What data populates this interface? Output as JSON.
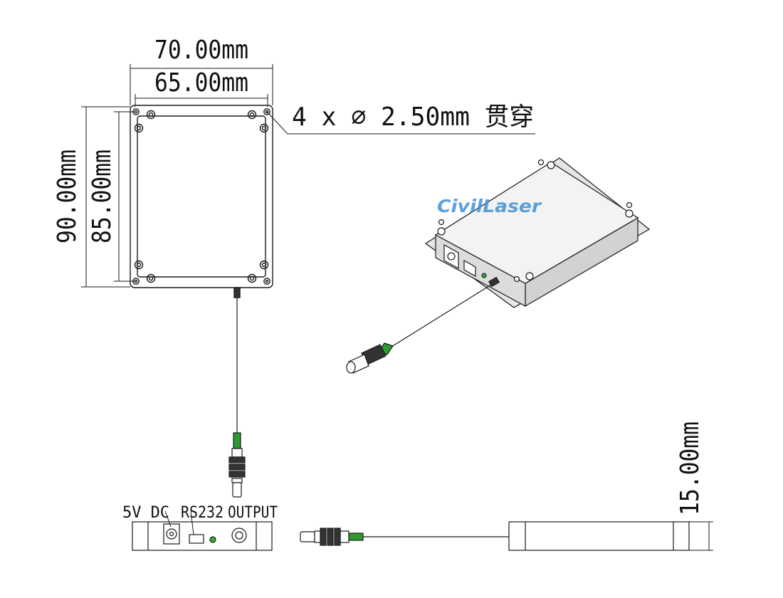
{
  "dimensions": {
    "outer_width": "70.00mm",
    "inner_width": "65.00mm",
    "outer_height": "90.00mm",
    "inner_height": "85.00mm",
    "holes": "4 x ∅ 2.50mm 贯穿",
    "thickness": "15.00mm"
  },
  "front_labels": {
    "power": "5V DC",
    "serial": "RS232",
    "output": "OUTPUT"
  },
  "logo": "CivilLaser",
  "colors": {
    "line": "#1a1a1a",
    "fiber_green": "#2e9b2e",
    "led_green": "#34b234",
    "logo_blue": "#3f8fd6",
    "body_fill": "#efefef"
  }
}
